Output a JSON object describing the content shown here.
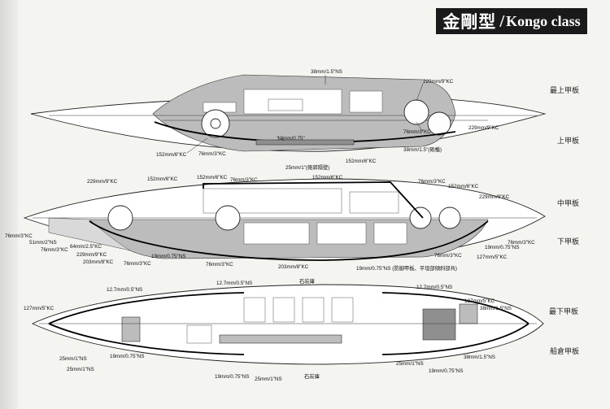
{
  "title": {
    "jp": "金剛型",
    "sep": "/",
    "en": "Kongo class"
  },
  "decks": [
    "最上甲板",
    "上甲板",
    "中甲板",
    "下甲板",
    "最下甲板",
    "船倉甲板"
  ],
  "callouts": {
    "u1": "38mm/1.5\"NS",
    "u2": "229mm/9\"KC",
    "u3": "76mm/3\"KC",
    "u4": "229mm/9\"KC",
    "u5": "152mm/6\"KC",
    "u6": "76mm/3\"KC",
    "u7": "19mm/0.75\"",
    "u8": "152mm/6\"KC",
    "u9": "38mm/1.5\"(砲楯)",
    "u10": "25mm/1\"(砲郭隔壁)",
    "m1": "229mm/9\"KC",
    "m2": "152mm/6\"KC",
    "m3": "152mm/6\"KC",
    "m4": "76mm/3\"KC",
    "m5": "152mm/6\"KC",
    "m6": "76mm/3\"KC",
    "m7": "152mm/6\"KC",
    "m8": "229mm/9\"KC",
    "m9": "76mm/3\"KC",
    "m10": "51mm/2\"NS",
    "m11": "76mm/3\"KC",
    "m12": "64mm/2.5\"KC",
    "m13": "229mm/9\"KC",
    "m14": "203mm/8\"KC",
    "m15": "76mm/3\"KC",
    "m16": "19mm/0.75\"NS",
    "m17": "76mm/3\"KC",
    "m18": "203mm/8\"KC",
    "m19": "19mm/0.75\"NS (防御甲板、平坦部傾斜部共)",
    "m20": "76mm/3\"KC",
    "m21": "19mm/0.75\"NS",
    "m22": "127mm/5\"KC",
    "m23": "76mm/3\"KC",
    "l1": "12.7mm/0.5\"NS",
    "l2": "12.7mm/0.5\"NS",
    "l3": "石炭庫",
    "l4": "12.7mm/0.5\"NS",
    "l5": "127mm/5\"KC",
    "l6": "127mm/5\"KC",
    "l7": "38mm/1.5\"NS",
    "l8": "25mm/1\"NS",
    "l9": "25mm/1\"NS",
    "l10": "19mm/0.75\"NS",
    "l11": "19mm/0.75\"NS",
    "l12": "25mm/1\"NS",
    "l13": "石炭庫",
    "l14": "25mm/1\"NS",
    "l15": "19mm/0.75\"NS",
    "l16": "38mm/1.5\"NS"
  }
}
